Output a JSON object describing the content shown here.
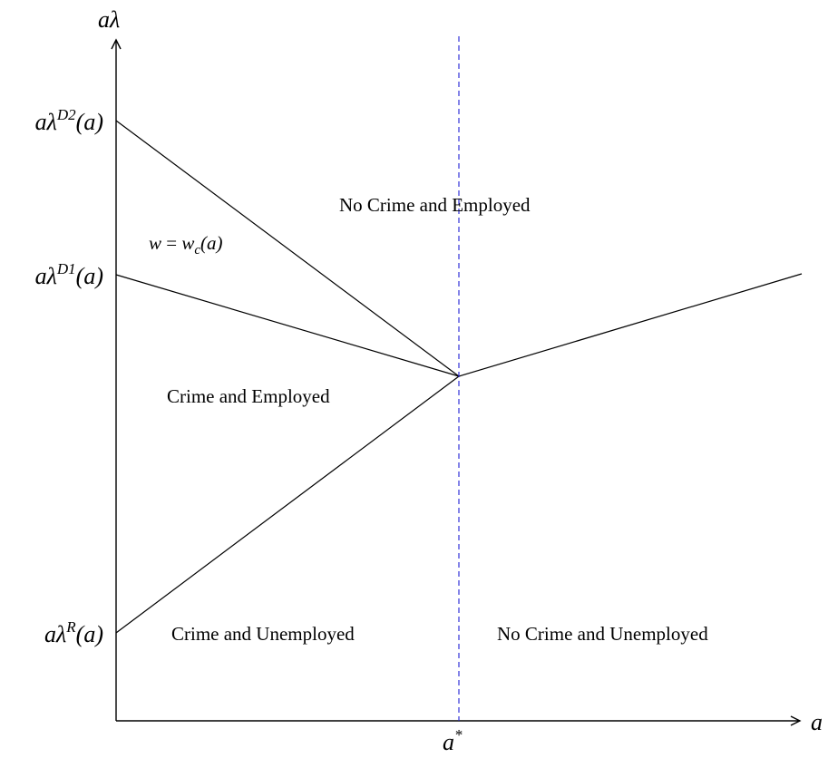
{
  "axes": {
    "x_label": "a",
    "y_label": "aλ"
  },
  "y_ticks": {
    "d2": {
      "base": "aλ",
      "sup": "D2",
      "arg": "(a)"
    },
    "d1": {
      "base": "aλ",
      "sup": "D1",
      "arg": "(a)"
    },
    "r": {
      "base": "aλ",
      "sup": "R",
      "arg": "(a)"
    }
  },
  "threshold": {
    "base": "a",
    "sup": "*",
    "color": "#1f1fd6"
  },
  "curve_label": {
    "lhs": "w",
    "eq": " = ",
    "rhs_base": "w",
    "rhs_sub": "c",
    "rhs_arg": "(a)"
  },
  "regions": {
    "no_crime_employed": "No Crime and Employed",
    "crime_employed": "Crime and Employed",
    "crime_unemployed": "Crime and Unemployed",
    "no_crime_unemployed": "No Crime and Unemployed"
  },
  "colors": {
    "lines": "#000000",
    "threshold": "#1f1fd6"
  }
}
